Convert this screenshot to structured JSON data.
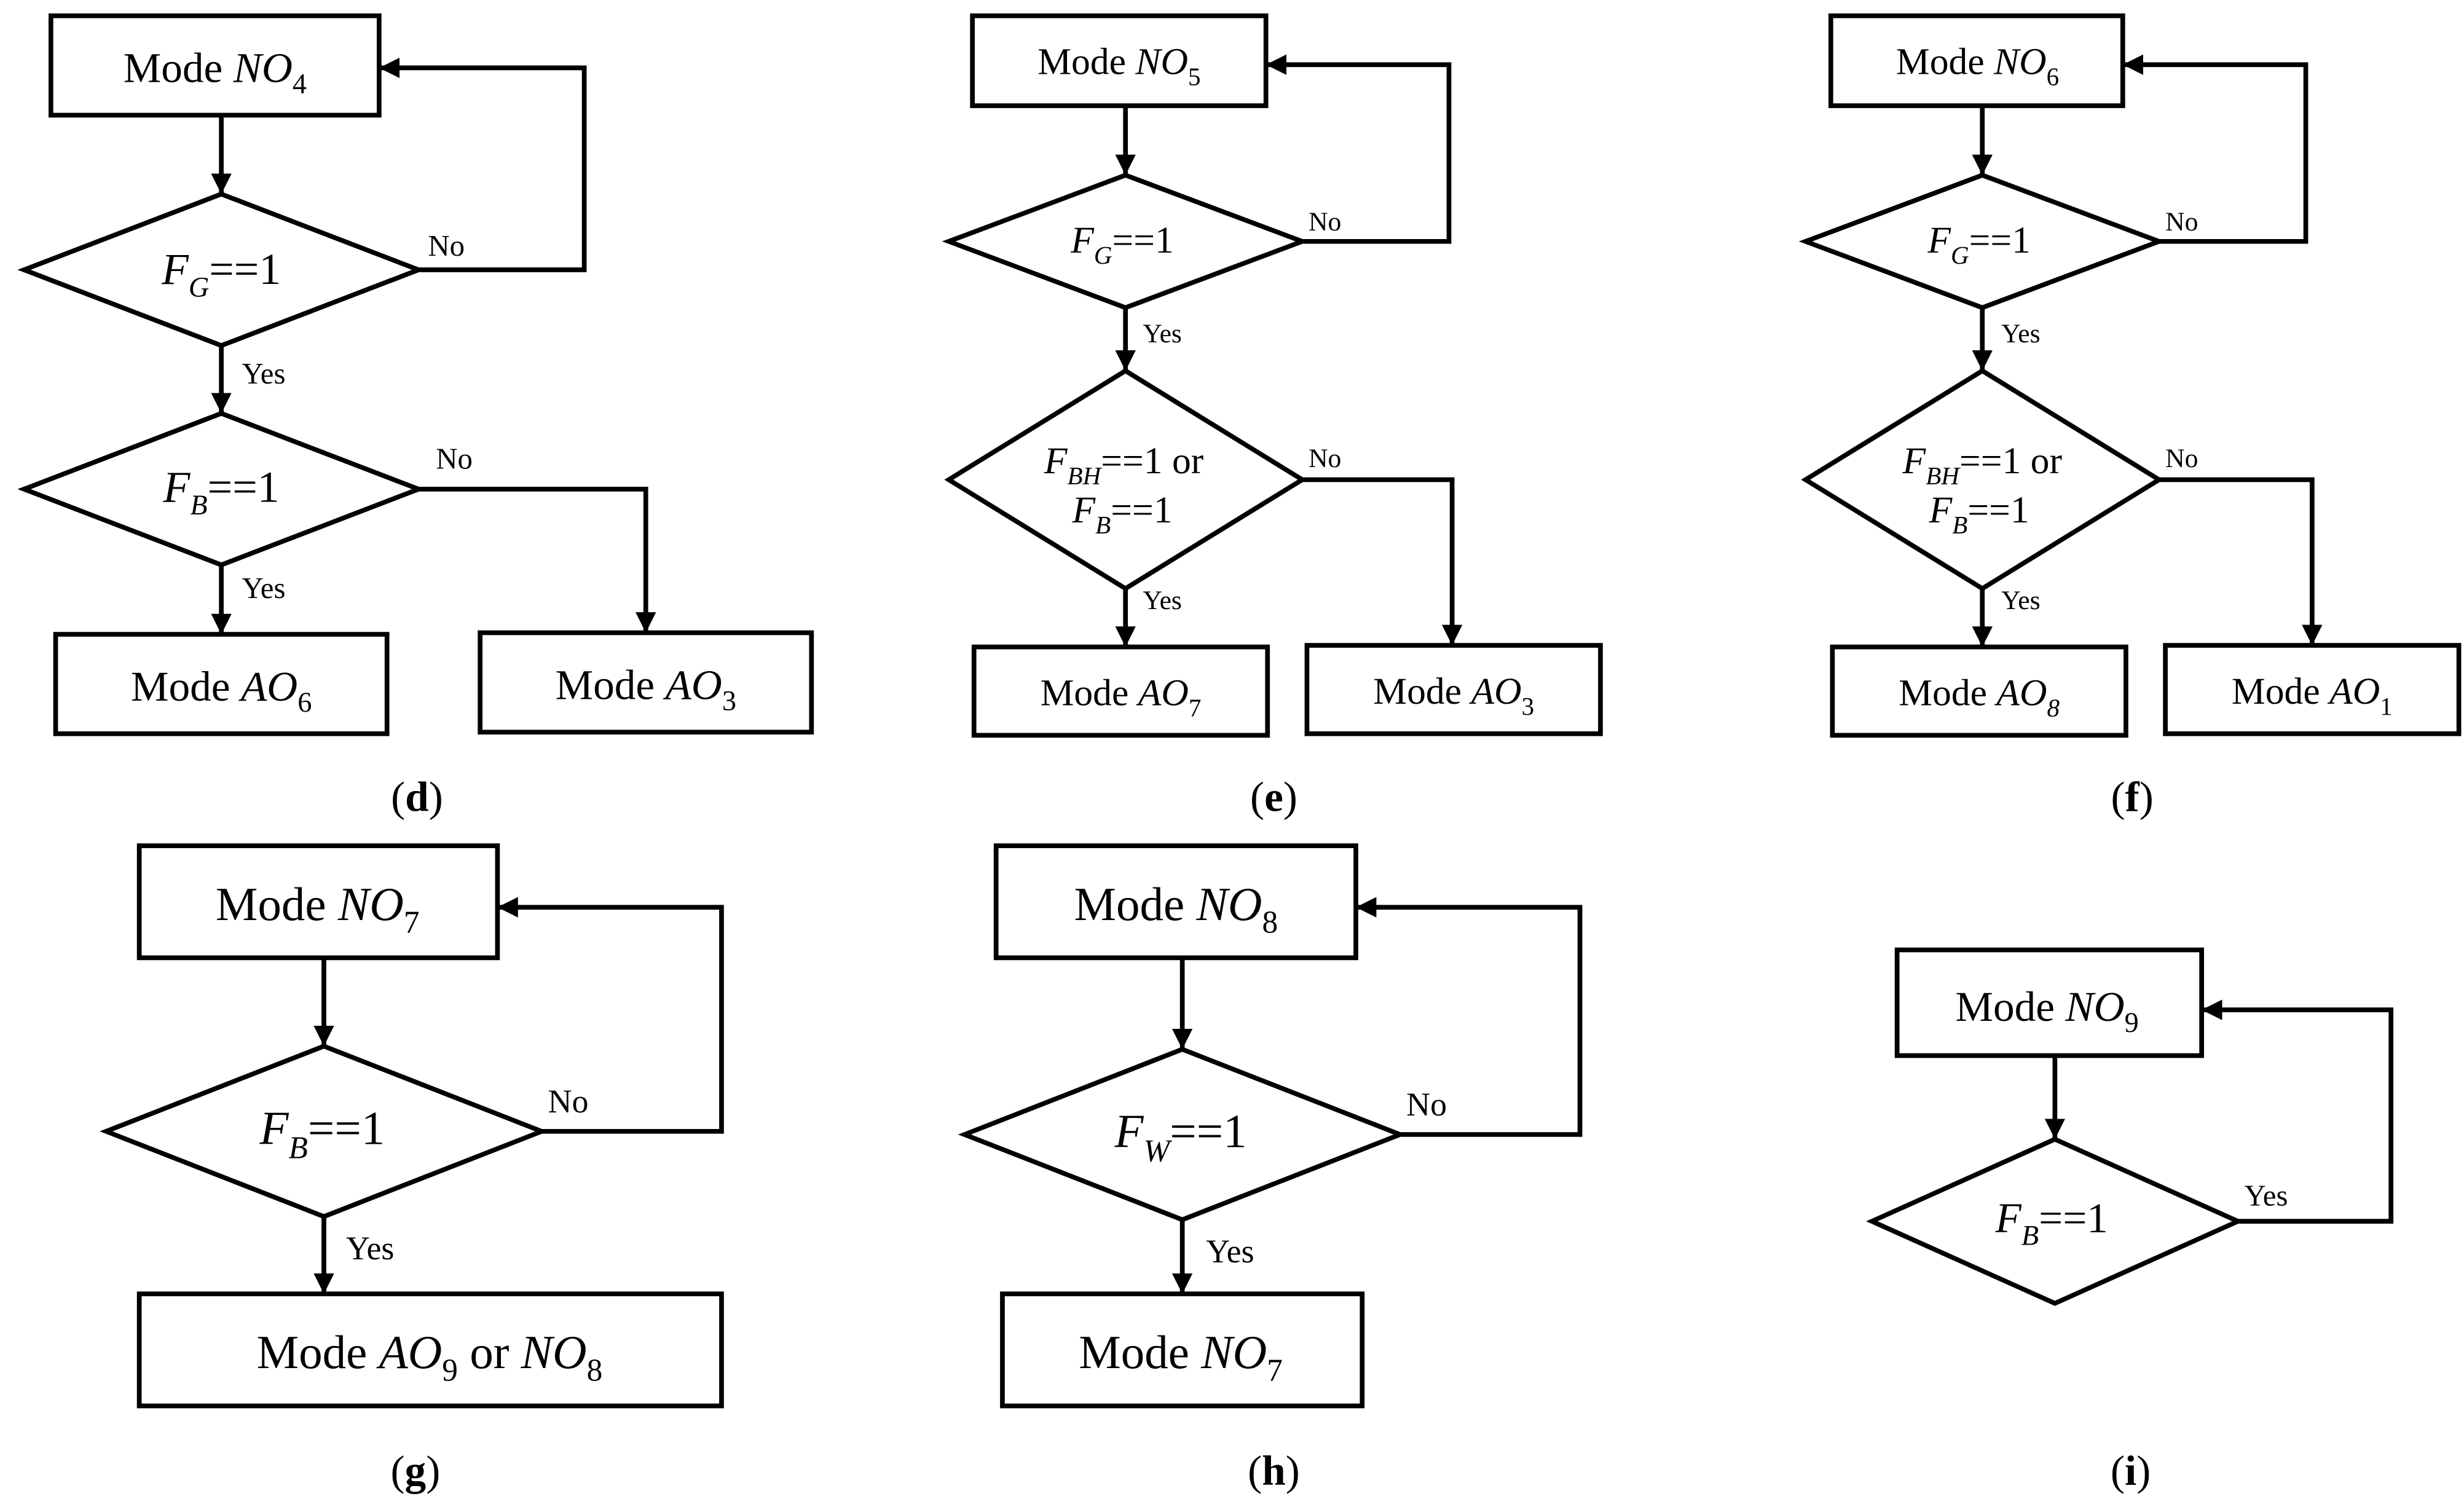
{
  "colors": {
    "stroke": "#000000",
    "background": "#ffffff",
    "text": "#000000"
  },
  "panels": {
    "d": {
      "caption_letter": "d",
      "start": {
        "word": "Mode",
        "var": "NO",
        "sub": "4"
      },
      "d1": {
        "var": "F",
        "sub": "G",
        "op": "==1"
      },
      "d1_no": "No",
      "d1_yes": "Yes",
      "d2": {
        "var": "F",
        "sub": "B",
        "op": "==1"
      },
      "d2_no": "No",
      "d2_yes": "Yes",
      "out_yes": {
        "word": "Mode",
        "var": "AO",
        "sub": "6"
      },
      "out_no": {
        "word": "Mode",
        "var": "AO",
        "sub": "3"
      }
    },
    "e": {
      "caption_letter": "e",
      "start": {
        "word": "Mode",
        "var": "NO",
        "sub": "5"
      },
      "d1": {
        "var": "F",
        "sub": "G",
        "op": "==1"
      },
      "d1_no": "No",
      "d1_yes": "Yes",
      "d2": {
        "var1": "F",
        "sub1": "BH",
        "op1": "==1 or",
        "var2": "F",
        "sub2": "B",
        "op2": "==1"
      },
      "d2_no": "No",
      "d2_yes": "Yes",
      "out_yes": {
        "word": "Mode",
        "var": "AO",
        "sub": "7"
      },
      "out_no": {
        "word": "Mode",
        "var": "AO",
        "sub": "3"
      }
    },
    "f": {
      "caption_letter": "f",
      "start": {
        "word": "Mode",
        "var": "NO",
        "sub": "6"
      },
      "d1": {
        "var": "F",
        "sub": "G",
        "op": "==1"
      },
      "d1_no": "No",
      "d1_yes": "Yes",
      "d2": {
        "var1": "F",
        "sub1": "BH",
        "op1": "==1 or",
        "var2": "F",
        "sub2": "B",
        "op2": "==1"
      },
      "d2_no": "No",
      "d2_yes": "Yes",
      "out_yes": {
        "word": "Mode",
        "var": "AO",
        "sub": "8"
      },
      "out_no": {
        "word": "Mode",
        "var": "AO",
        "sub": "1"
      }
    },
    "g": {
      "caption_letter": "g",
      "start": {
        "word": "Mode",
        "var": "NO",
        "sub": "7"
      },
      "d1": {
        "var": "F",
        "sub": "B",
        "op": "==1"
      },
      "d1_no": "No",
      "d1_yes": "Yes",
      "out": {
        "word": "Mode",
        "var1": "AO",
        "sub1": "9",
        "mid": "or",
        "var2": "NO",
        "sub2": "8"
      }
    },
    "h": {
      "caption_letter": "h",
      "start": {
        "word": "Mode",
        "var": "NO",
        "sub": "8"
      },
      "d1": {
        "var": "F",
        "sub": "W",
        "op": "==1"
      },
      "d1_no": "No",
      "d1_yes": "Yes",
      "out": {
        "word": "Mode",
        "var": "NO",
        "sub": "7"
      }
    },
    "i": {
      "caption_letter": "i",
      "start": {
        "word": "Mode",
        "var": "NO",
        "sub": "9"
      },
      "d1": {
        "var": "F",
        "sub": "B",
        "op": "==1"
      },
      "d1_yes": "Yes"
    }
  }
}
